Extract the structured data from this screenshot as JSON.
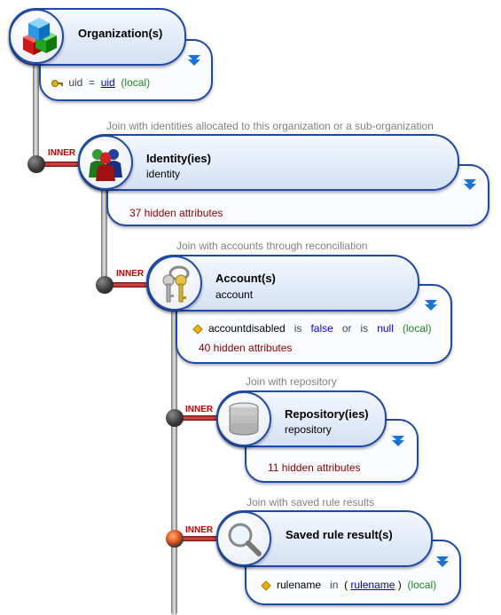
{
  "nodes": [
    {
      "title": "Organization(s)",
      "subtitle": "",
      "icon": "colored-cubes-icon",
      "attribute": {
        "name": "uid",
        "op": "=",
        "value": "uid",
        "scope": "(local)"
      }
    },
    {
      "join_caption": "Join with identities allocated to this organization or a sub-organization",
      "join_type": "INNER",
      "title": "Identity(ies)",
      "subtitle": "identity",
      "icon": "people-icon",
      "hidden": "37 hidden attributes"
    },
    {
      "join_caption": "Join with accounts through reconciliation",
      "join_type": "INNER",
      "title": "Account(s)",
      "subtitle": "account",
      "icon": "keys-icon",
      "filter": {
        "name": "accountdisabled",
        "is1": "is",
        "value1": "false",
        "or": "or",
        "is2": "is",
        "value2": "null",
        "scope": "(local)"
      },
      "hidden": "40 hidden attributes"
    },
    {
      "join_caption": "Join with repository",
      "join_type": "INNER",
      "title": "Repository(ies)",
      "subtitle": "repository",
      "icon": "database-icon",
      "hidden": "11 hidden attributes"
    },
    {
      "join_caption": "Join with saved rule results",
      "join_type": "INNER",
      "title": "Saved rule result(s)",
      "subtitle": "",
      "icon": "magnifier-icon",
      "filter": {
        "name": "rulename",
        "op": "in",
        "open": "(",
        "value": "rulename",
        "close": ")",
        "scope": "(local)"
      }
    }
  ],
  "colors": {
    "border": "#1d49a8",
    "inner": "#cc0000",
    "hidden": "#8b0000",
    "keyword": "#0000ff",
    "local": "#1a8a1a"
  }
}
